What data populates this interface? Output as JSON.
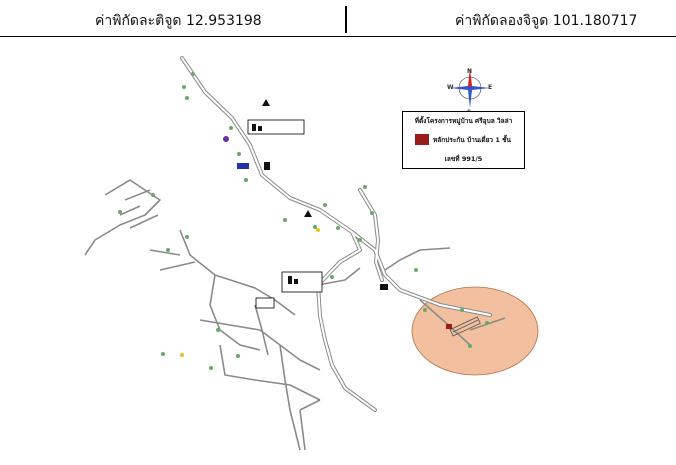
{
  "header": {
    "latitude_text": "ค่าพิกัดละติจูด 12.953198",
    "longitude_text": "ค่าพิกัดลองจิจูด 101.180717"
  },
  "legend": {
    "title": "ที่ตั้งโครงการหมู่บ้าน ศรีอุบล วิลล่า",
    "item_label": "หลักประกัน บ้านเดี่ยว 1 ชั้น",
    "address": "เลขที่ 991/5"
  },
  "compass": {
    "north": "N",
    "south": "S",
    "east": "E",
    "west": "W"
  },
  "colors": {
    "road": "#8a8a8a",
    "radius_fill": "#f2c09e",
    "radius_stroke": "#b07050",
    "marker": "#9a1b1b"
  },
  "icons": [
    "compass-rose-icon",
    "map-pin-icon",
    "factory-icon",
    "temple-icon",
    "school-icon",
    "store-icon"
  ]
}
